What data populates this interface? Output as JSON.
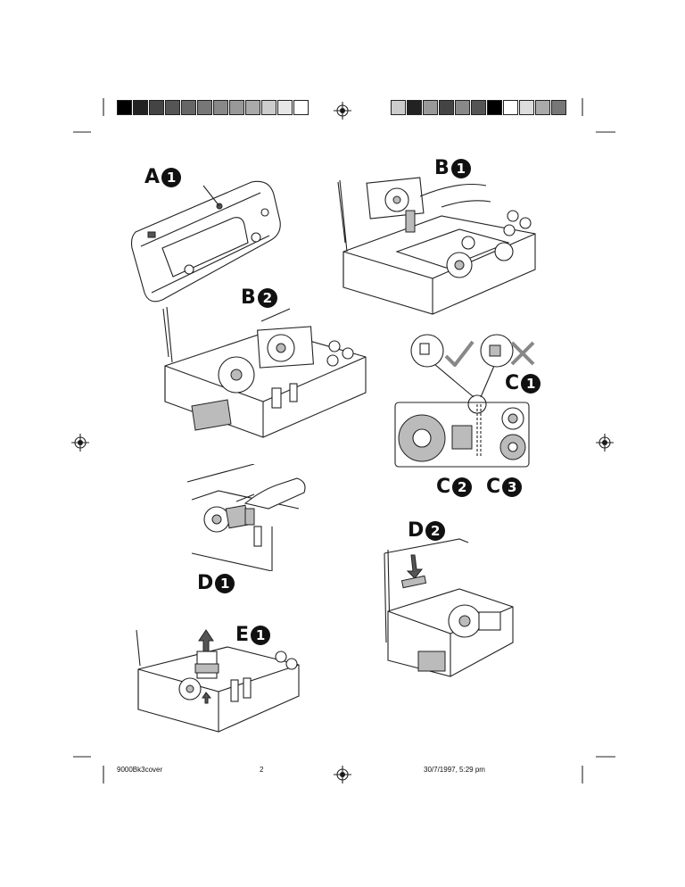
{
  "labels": {
    "a1": {
      "letter": "A",
      "num": "1"
    },
    "b1": {
      "letter": "B",
      "num": "1"
    },
    "b2": {
      "letter": "B",
      "num": "2"
    },
    "c1": {
      "letter": "C",
      "num": "1"
    },
    "c2": {
      "letter": "C",
      "num": "2"
    },
    "c3": {
      "letter": "C",
      "num": "3"
    },
    "d1": {
      "letter": "D",
      "num": "1"
    },
    "d2": {
      "letter": "D",
      "num": "2"
    },
    "e1": {
      "letter": "E",
      "num": "1"
    }
  },
  "footer": {
    "file": "9000Bk3cover",
    "page": "2",
    "timestamp": "30/7/1997, 5:29 pm"
  },
  "calibration": {
    "left": [
      "#000000",
      "#222222",
      "#444444",
      "#555555",
      "#666666",
      "#777777",
      "#888888",
      "#999999",
      "#aaaaaa",
      "#cccccc",
      "#e6e6e6",
      "#ffffff"
    ],
    "right": [
      "#cccccc",
      "#222222",
      "#999999",
      "#444444",
      "#888888",
      "#555555",
      "#000000",
      "#ffffff",
      "#dddddd",
      "#aaaaaa",
      "#777777"
    ]
  },
  "icons": {
    "register_mark": "registration-crosshair",
    "check": "checkmark",
    "cross": "cross"
  }
}
